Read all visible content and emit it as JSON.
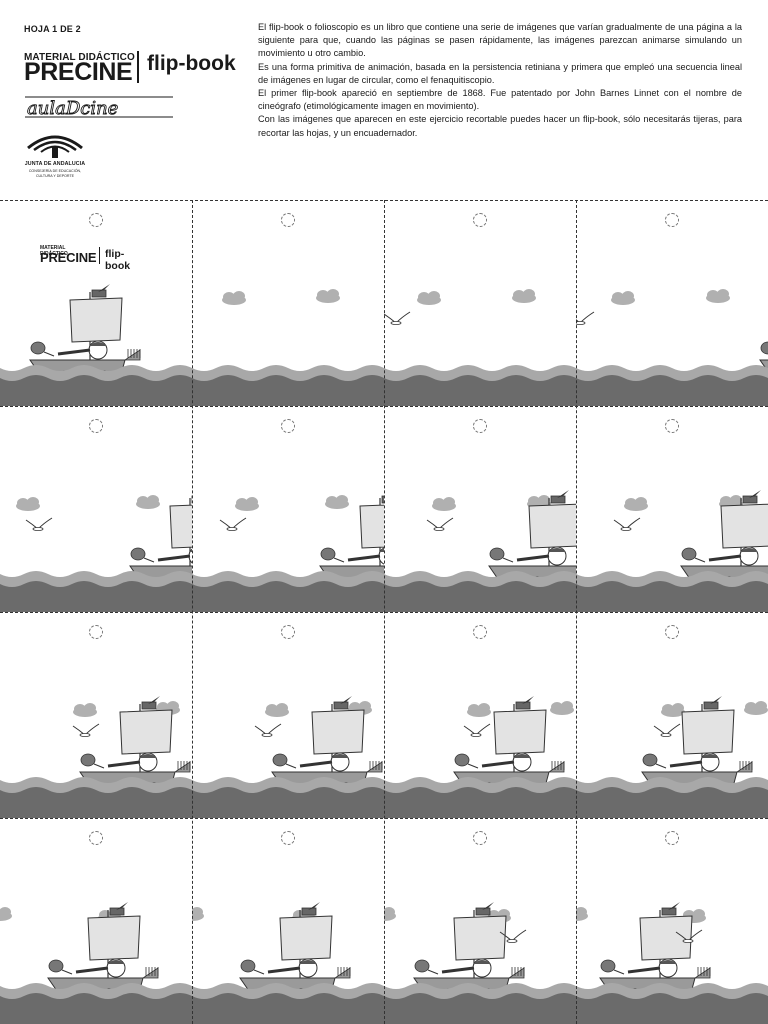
{
  "header": {
    "sheet_label": "HOJA 1 DE 2",
    "logo": {
      "small_line": "MATERIAL DIDÁCTICO",
      "main": "PRECINE",
      "product": "flip-book"
    },
    "aula_logo_text": "aulaDcine",
    "junta": {
      "name": "JUNTA DE ANDALUCIA",
      "department_line1": "CONSEJERÍA DE EDUCACIÓN,",
      "department_line2": "CULTURA Y DEPORTE"
    },
    "description": [
      "El flip-book o  folioscopio es un libro que contiene una serie de imágenes que varían gradualmente de una página a la siguiente para que, cuando las páginas se pasen rápidamente, las imágenes parezcan animarse simulando un movimiento u otro cambio.",
      "Es una forma primitiva de animación, basada en la persistencia retiniana y primera que empleó una secuencia lineal de imágenes en lugar de circular, como el fenaquitiscopio.",
      "El primer flip-book apareció en septiembre de 1868. Fue patentado por John Barnes Linnet con el nombre de cineógrafo (etimológicamente imagen en movimiento).",
      "Con las imágenes que aparecen en este ejercicio recortable puedes hacer un flip-book, sólo necesitarás tijeras, para recortar las hojas, y un encuadernador."
    ]
  },
  "flipbook": {
    "rows": 4,
    "columns": 4,
    "frame_count": 16,
    "first_frame_logo": {
      "small_line": "MATERIAL DIDÁCTICO",
      "main": "PRECINE",
      "product": "flip-book"
    }
  },
  "colors": {
    "sea_dark": "#6b6b6b",
    "sea_light": "#a8a8a8",
    "cloud": "#b0b0b0",
    "ship_hull": "#9a9a9a",
    "sail": "#e3e3e3",
    "cut_line": "#333333",
    "text": "#1a1a1a"
  }
}
